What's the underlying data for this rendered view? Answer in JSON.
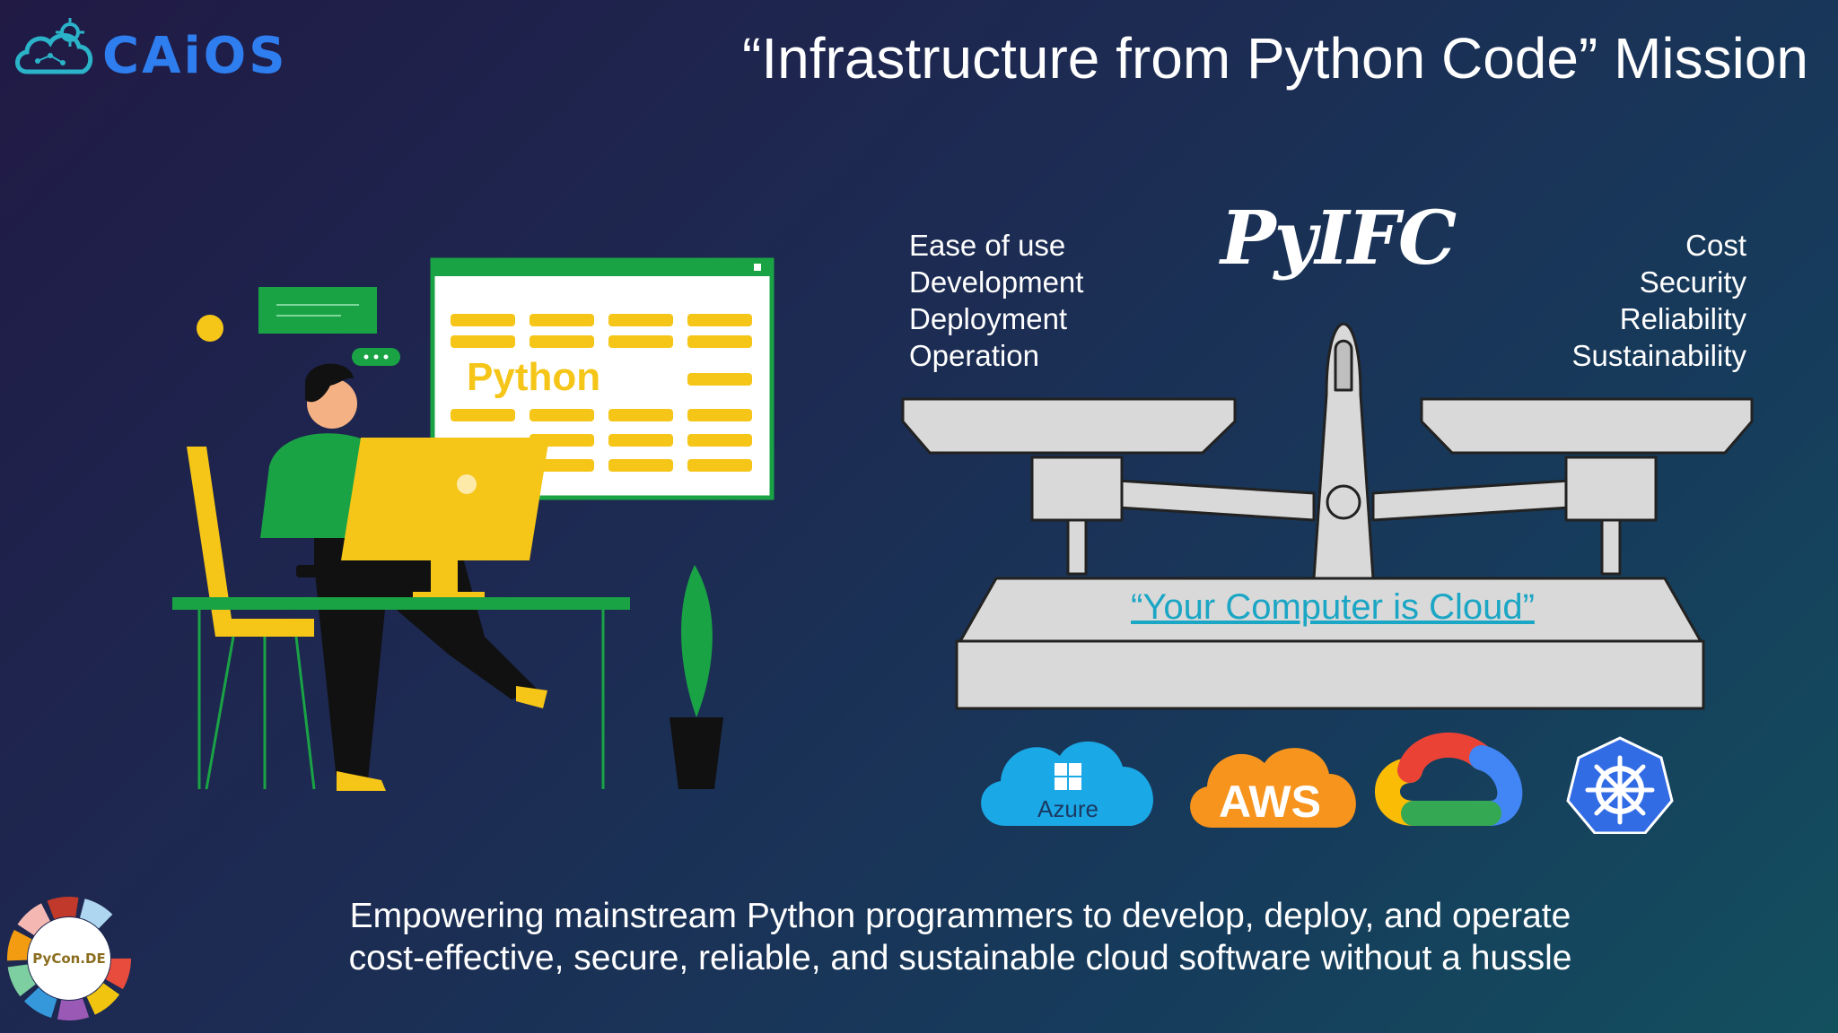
{
  "header": {
    "logo_text": "CAiOS",
    "title": "“Infrastructure from Python Code” Mission"
  },
  "illustration": {
    "screen_label": "Python"
  },
  "scale": {
    "brand": "PyIFC",
    "left_attributes": [
      "Ease of use",
      "Development",
      "Deployment",
      "Operation"
    ],
    "right_attributes": [
      "Cost",
      "Security",
      "Reliability",
      "Sustainability"
    ],
    "tagline": "“Your Computer is Cloud”"
  },
  "clouds": {
    "azure": "Azure",
    "aws": "AWS"
  },
  "footer": {
    "badge": "PyCon.DE",
    "mission_line1": "Empowering mainstream Python programmers to develop, deploy, and operate",
    "mission_line2": "cost-effective, secure, reliable, and sustainable cloud software without a hussle"
  },
  "colors": {
    "brand_blue": "#2f7ef0",
    "logo_teal": "#2bb3c9",
    "link": "#1aa6c4",
    "scale_fill": "#d9d9d9",
    "accent_yellow": "#f5c518",
    "accent_green": "#1aa345"
  }
}
